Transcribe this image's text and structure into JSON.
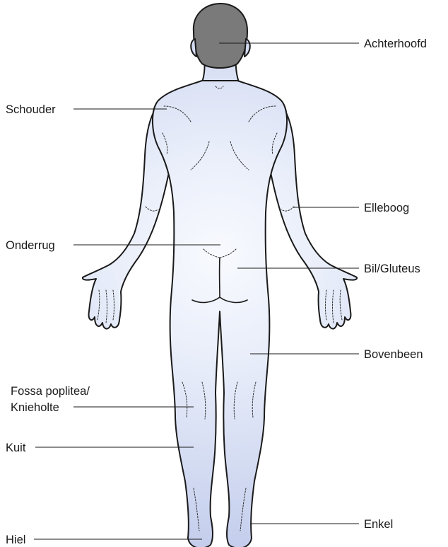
{
  "diagram": {
    "colors": {
      "skin_light": "#f4f7fd",
      "skin_mid": "#dfe6f6",
      "skin_dark": "#c6d0ee",
      "hair": "#7a7a7a",
      "outline": "#1a1a1a"
    },
    "labels": {
      "achterhoofd": "Achterhoofd",
      "schouder": "Schouder",
      "elleboog": "Elleboog",
      "onderrug": "Onderrug",
      "bil": "Bil/Gluteus",
      "bovenbeen": "Bovenbeen",
      "fossa_line1": "Fossa poplitea/",
      "fossa_line2": "Knieholte",
      "kuit": "Kuit",
      "enkel": "Enkel",
      "hiel": "Hiel"
    }
  }
}
